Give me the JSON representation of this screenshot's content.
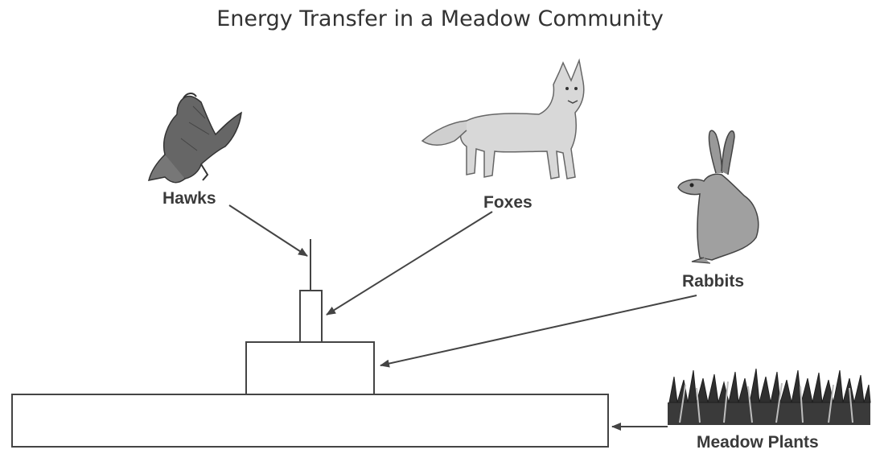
{
  "title": "Energy Transfer in a Meadow Community",
  "levels": [
    {
      "name": "Hawks",
      "icon": "hawk-icon"
    },
    {
      "name": "Foxes",
      "icon": "fox-icon"
    },
    {
      "name": "Rabbits",
      "icon": "rabbit-icon"
    },
    {
      "name": "Meadow Plants",
      "icon": "grass-icon"
    }
  ],
  "colors": {
    "line": "#444444",
    "animal": "#8a8a8a",
    "shadow": "#555555"
  }
}
